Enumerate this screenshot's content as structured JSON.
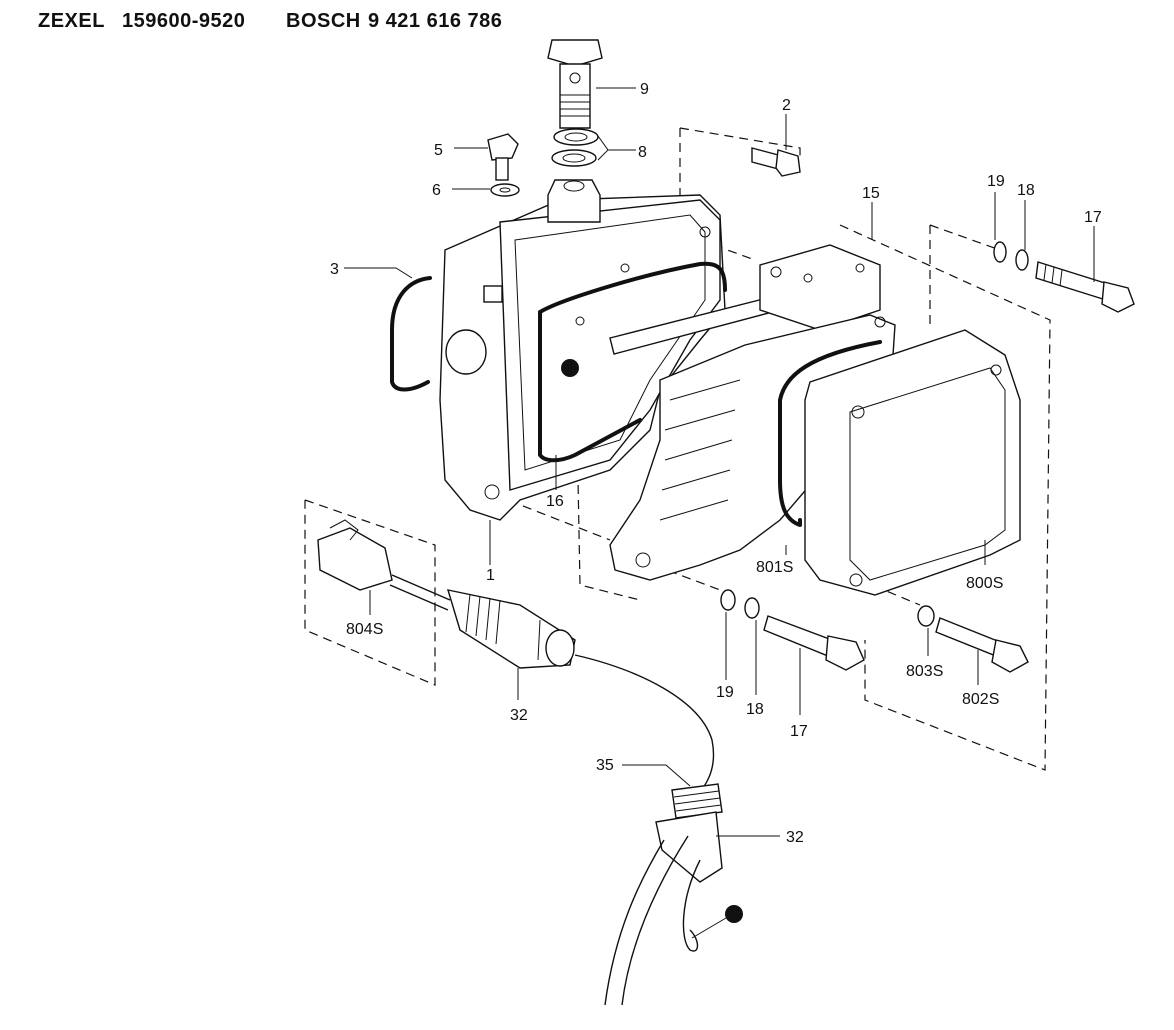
{
  "header": {
    "brand1": "ZEXEL",
    "part_number1": "159600-9520",
    "brand2": "BOSCH",
    "part_number2": "9 421 616 786"
  },
  "callouts": {
    "c9": "9",
    "c8": "8",
    "c2": "2",
    "c5": "5",
    "c6": "6",
    "c3": "3",
    "c15": "15",
    "c19a": "19",
    "c18a": "18",
    "c17a": "17",
    "c16": "16",
    "c1": "1",
    "c801s": "801S",
    "c800s": "800S",
    "c804s": "804S",
    "c32a": "32",
    "c19b": "19",
    "c18b": "18",
    "c17b": "17",
    "c803s": "803S",
    "c802s": "802S",
    "c35": "35",
    "c32b": "32"
  }
}
